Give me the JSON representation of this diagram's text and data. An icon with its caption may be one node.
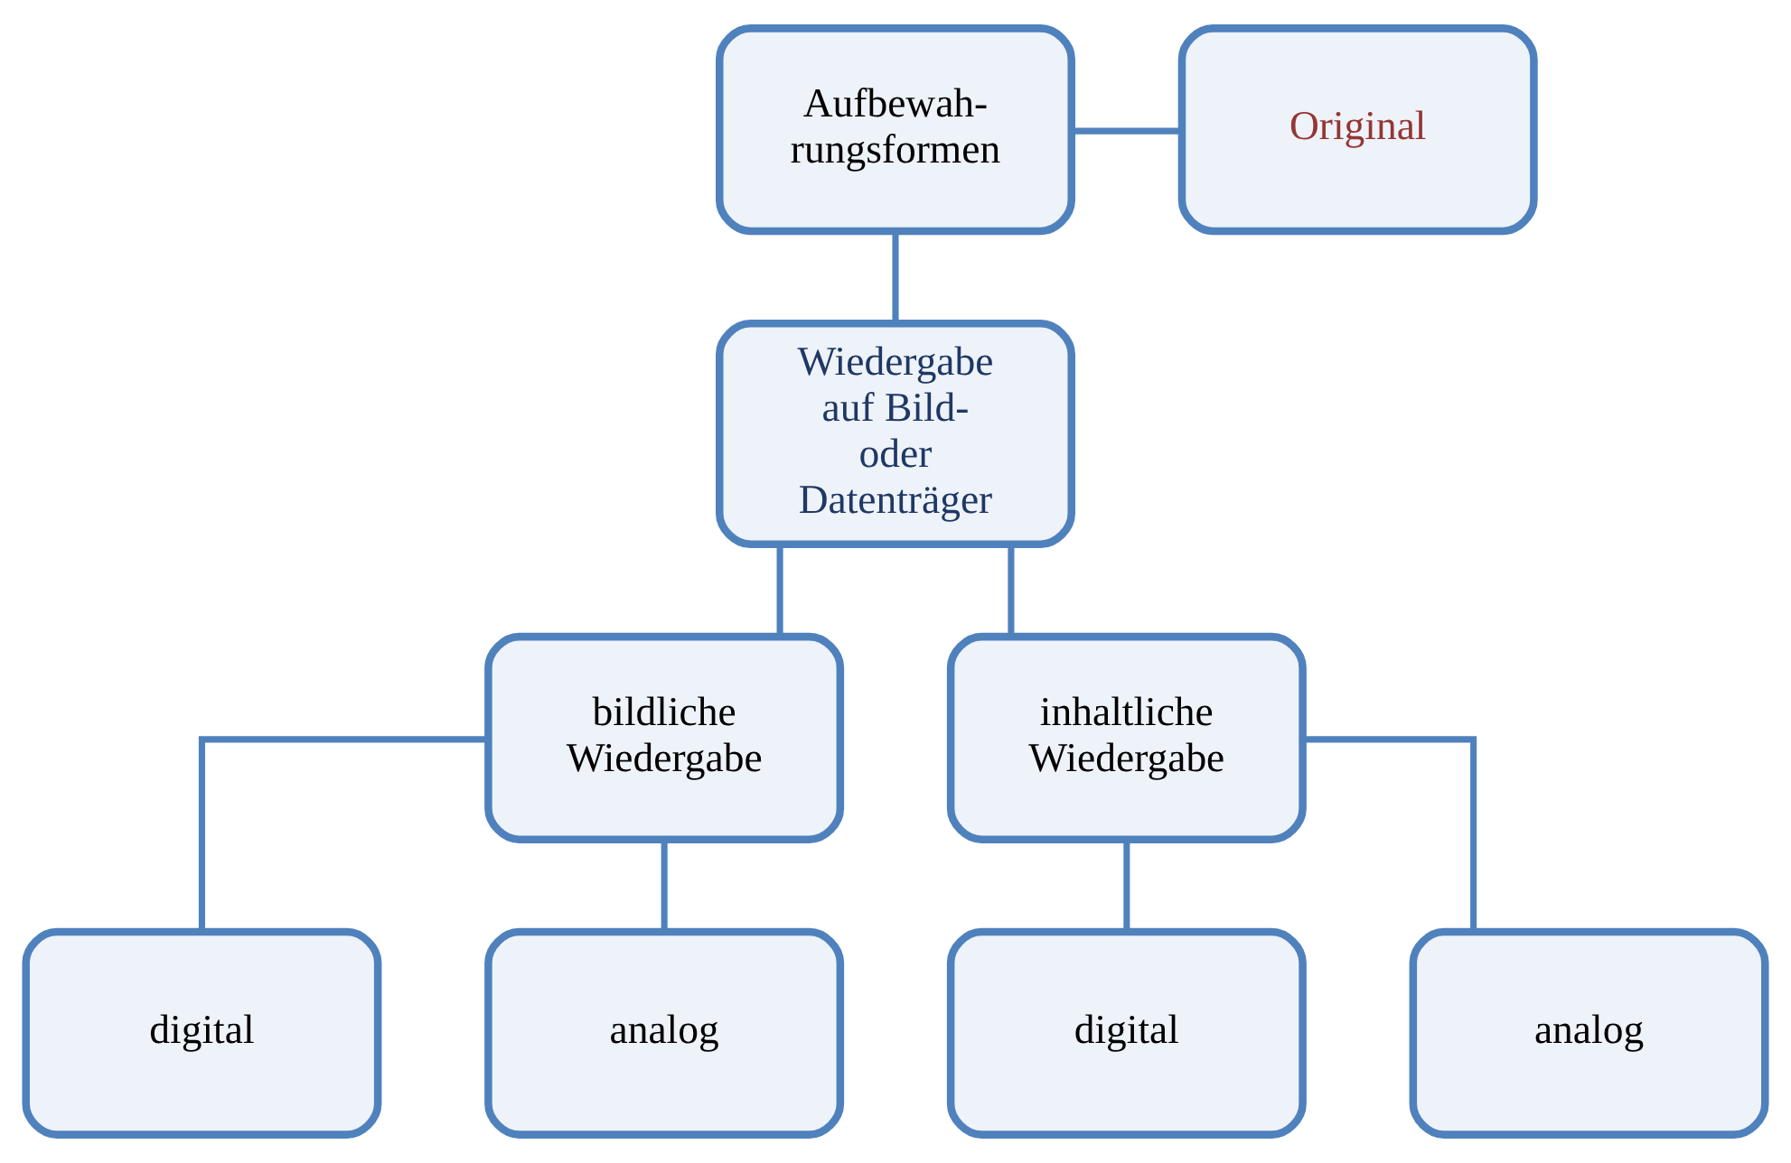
{
  "diagram": {
    "nodes": [
      {
        "text": [
          "Aufbewah- rungsformen"
        ]
      },
      {
        "text": [
          "Original"
        ]
      },
      {
        "text": [
          "Wiedergabe auf Bild- oder Datenträger"
        ]
      },
      {
        "text": [
          "bildliche Wiedergabe"
        ]
      },
      {
        "text": [
          "inhaltliche Wiedergabe"
        ]
      },
      {
        "text": [
          "digital"
        ]
      },
      {
        "text": [
          "analog"
        ]
      },
      {
        "text": [
          "digital"
        ]
      },
      {
        "text": [
          "analog"
        ]
      }
    ],
    "edges": [
      {
        "from": 0,
        "to": 1,
        "arrow": "none"
      },
      {
        "from": 0,
        "to": 2,
        "arrow": "none"
      },
      {
        "from": 2,
        "to": 3,
        "arrow": "none"
      },
      {
        "from": 2,
        "to": 4,
        "arrow": "none"
      },
      {
        "from": 3,
        "to": 5,
        "arrow": "none"
      },
      {
        "from": 3,
        "to": 6,
        "arrow": "none"
      },
      {
        "from": 4,
        "to": 7,
        "arrow": "none"
      },
      {
        "from": 4,
        "to": 8,
        "arrow": "none"
      }
    ]
  }
}
